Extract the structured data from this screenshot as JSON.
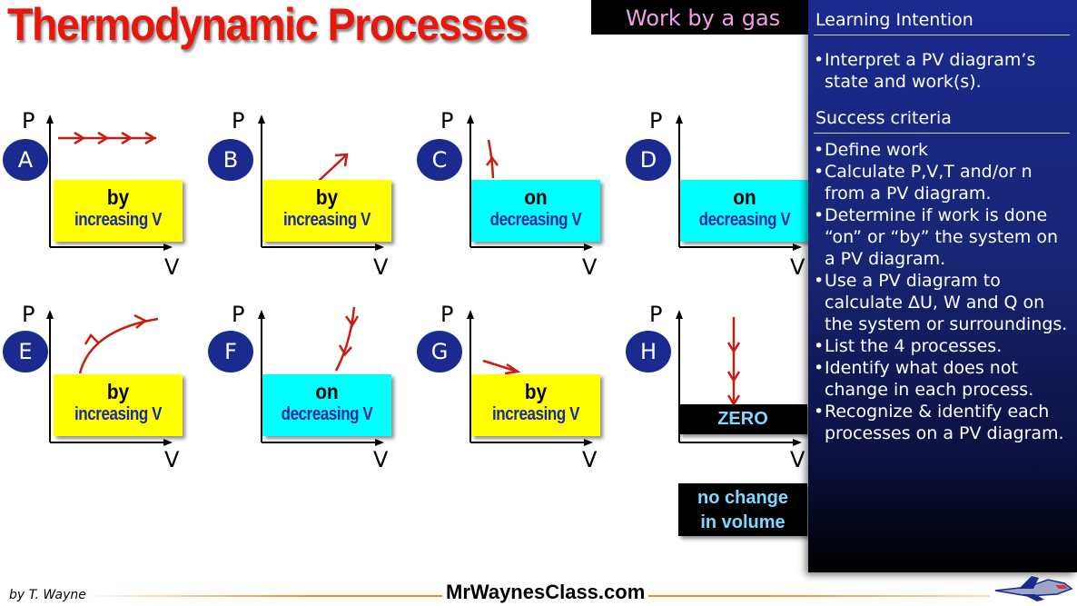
{
  "title": "Thermodynamic Processes",
  "topbar": {
    "label": "Work by a gas"
  },
  "panel": {
    "learning_intention": "Learning Intention",
    "intention_items": [
      "Interpret a PV diagram’s state and work(s)."
    ],
    "success_criteria": "Success criteria",
    "criteria_items": [
      "Define work",
      "Calculate P,V,T and/or n from a PV diagram.",
      "Determine if work is done “on” or “by” the system on a PV diagram.",
      "Use a PV diagram to calculate ΔU, W and Q on the system or surroundings.",
      "List the 4 processes.",
      "Identify what does not change in each process.",
      "Recognize & identify each processes on a PV diagram."
    ]
  },
  "axis_labels": {
    "p": "P",
    "v": "V"
  },
  "diagrams": [
    {
      "letter": "A",
      "line1": "by",
      "line2": "increasing V",
      "color": "yellow"
    },
    {
      "letter": "B",
      "line1": "by",
      "line2": "increasing V",
      "color": "yellow"
    },
    {
      "letter": "C",
      "line1": "on",
      "line2": "decreasing V",
      "color": "cyan"
    },
    {
      "letter": "D",
      "line1": "on",
      "line2": "decreasing V",
      "color": "cyan"
    },
    {
      "letter": "E",
      "line1": "by",
      "line2": "increasing V",
      "color": "yellow"
    },
    {
      "letter": "F",
      "line1": "on",
      "line2": "decreasing V",
      "color": "cyan"
    },
    {
      "letter": "G",
      "line1": "by",
      "line2": "increasing V",
      "color": "yellow"
    },
    {
      "letter": "H",
      "line1": "ZERO",
      "line2": "no change in volume",
      "color": "black"
    }
  ],
  "footer": {
    "author": "by T. Wayne",
    "site": "MrWaynesClass.com"
  },
  "colors": {
    "title": "#e8170c",
    "panel": "#1a2a8f",
    "yellow": "#ffff00",
    "cyan": "#00ffff",
    "arrow": "#cc1b10",
    "accent_text": "#1b2aa3"
  }
}
